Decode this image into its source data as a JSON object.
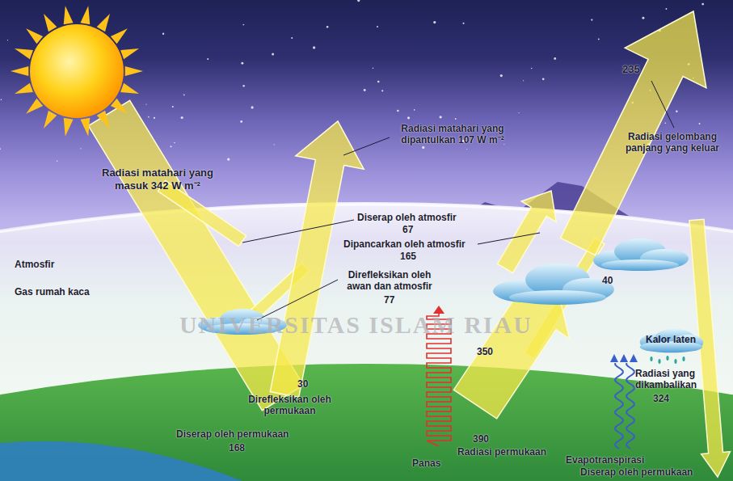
{
  "diagram": {
    "nodes": [
      {
        "text": [
          "Kalor laten"
        ]
      }
    ],
    "labels": [
      "Radiasi matahari yang masuk 342 W m⁻²",
      "Radiasi matahari yang dipantulkan 107 W m⁻²",
      "235",
      "Radiasi gelombang panjang yang keluar",
      "Diserap oleh atmosfir",
      "67",
      "Dipancarkan oleh atmosfir",
      "165",
      "Atmosfir",
      "Gas rumah kaca",
      "Direfleksikan oleh awan dan atmosfir",
      "77",
      "40",
      "UNIVERSITAS ISLAM RIAU",
      "350",
      "Radiasi yang dikambalikan",
      "324",
      "30",
      "Direfleksikan oleh permukaan",
      "Diserap oleh permukaan",
      "168",
      "Panas",
      "390",
      "Radiasi permukaan",
      "Evapotranspirasi",
      "Diserap oleh permukaan"
    ]
  }
}
